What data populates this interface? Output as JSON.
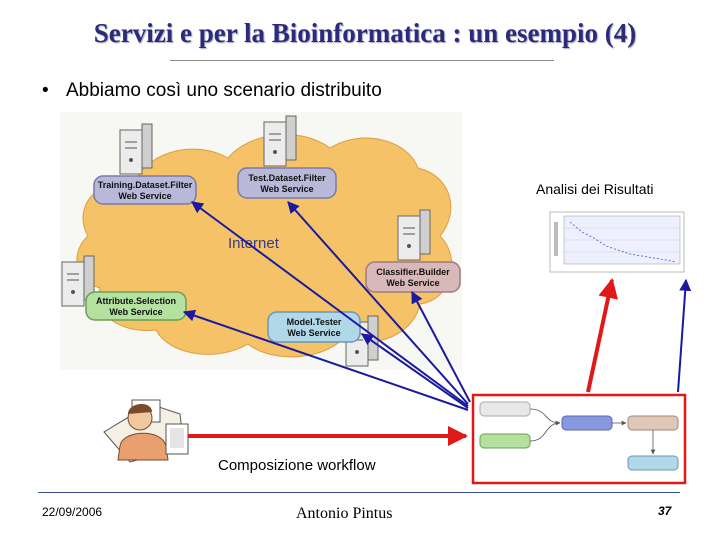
{
  "slide": {
    "title": "Servizi e per la Bioinformatica : un esempio (4)",
    "bullet": "Abbiamo così uno scenario distribuito"
  },
  "diagram": {
    "cloud_label": "Internet",
    "services": [
      {
        "line1": "Training.Dataset.Filter",
        "line2": "Web Service"
      },
      {
        "line1": "Test.Dataset.Filter",
        "line2": "Web Service"
      },
      {
        "line1": "Classifier.Builder",
        "line2": "Web Service"
      },
      {
        "line1": "Attribute.Selection",
        "line2": "Web Service"
      },
      {
        "line1": "Model.Tester",
        "line2": "Web Service"
      }
    ],
    "results_label": "Analisi dei Risultati",
    "workflow_label": "Composizione workflow"
  },
  "footer": {
    "date": "22/09/2006",
    "author": "Antonio Pintus",
    "page": "37"
  },
  "colors": {
    "title": "#2b2b7a",
    "arrow": "#1a1aa0",
    "highlight": "#e01818",
    "cloud": "#f5c267"
  }
}
